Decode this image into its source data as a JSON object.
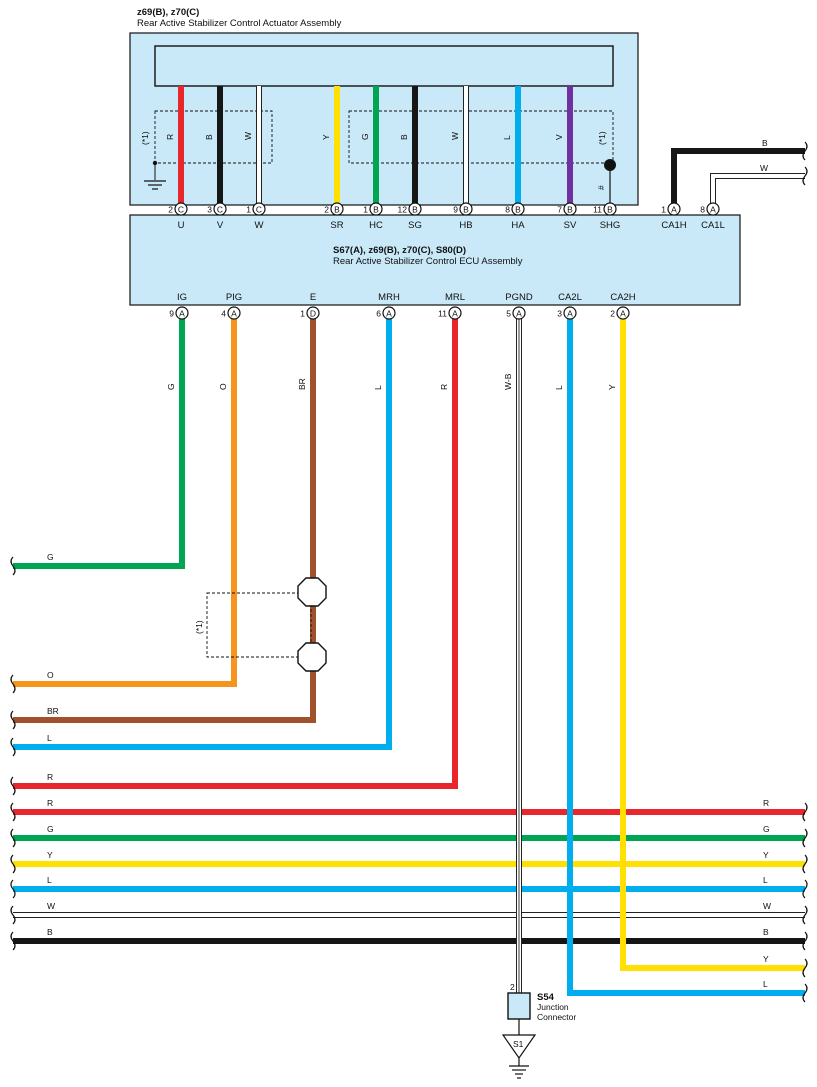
{
  "actuator": {
    "title": "z69(B), z70(C)",
    "subtitle": "Rear Active Stabilizer Control Actuator Assembly"
  },
  "ecu": {
    "title": "S67(A), z69(B), z70(C), S80(D)",
    "subtitle": "Rear Active Stabilizer Control ECU Assembly"
  },
  "colors": {
    "R": "#e8262b",
    "B": "#161616",
    "W": "#ffffff",
    "Y": "#ffe000",
    "G": "#00a551",
    "L": "#00aeef",
    "V": "#7030a0",
    "O": "#f7941d",
    "BR": "#a0522d",
    "W-B": "#ffffff"
  },
  "note": "(*1)",
  "shield_mark": "#",
  "top_pins": [
    {
      "num": "2",
      "conn": "C",
      "name": "U",
      "wire": "R"
    },
    {
      "num": "3",
      "conn": "C",
      "name": "V",
      "wire": "B"
    },
    {
      "num": "1",
      "conn": "C",
      "name": "W",
      "wire": "W"
    },
    {
      "num": "2",
      "conn": "B",
      "name": "SR",
      "wire": "Y"
    },
    {
      "num": "1",
      "conn": "B",
      "name": "HC",
      "wire": "G"
    },
    {
      "num": "12",
      "conn": "B",
      "name": "SG",
      "wire": "B"
    },
    {
      "num": "9",
      "conn": "B",
      "name": "HB",
      "wire": "W"
    },
    {
      "num": "8",
      "conn": "B",
      "name": "HA",
      "wire": "L"
    },
    {
      "num": "7",
      "conn": "B",
      "name": "SV",
      "wire": "V"
    },
    {
      "num": "11",
      "conn": "B",
      "name": "SHG",
      "wire": ""
    },
    {
      "num": "1",
      "conn": "A",
      "name": "CA1H",
      "wire": "B"
    },
    {
      "num": "8",
      "conn": "A",
      "name": "CA1L",
      "wire": "W"
    }
  ],
  "bottom_pins": [
    {
      "num": "9",
      "conn": "A",
      "name": "IG",
      "wire": "G"
    },
    {
      "num": "4",
      "conn": "A",
      "name": "PIG",
      "wire": "O"
    },
    {
      "num": "1",
      "conn": "D",
      "name": "E",
      "wire": "BR"
    },
    {
      "num": "6",
      "conn": "A",
      "name": "MRH",
      "wire": "L"
    },
    {
      "num": "11",
      "conn": "A",
      "name": "MRL",
      "wire": "R"
    },
    {
      "num": "5",
      "conn": "A",
      "name": "PGND",
      "wire": "W-B"
    },
    {
      "num": "3",
      "conn": "A",
      "name": "CA2L",
      "wire": "L"
    },
    {
      "num": "2",
      "conn": "A",
      "name": "CA2H",
      "wire": "Y"
    }
  ],
  "left_wires": [
    "G",
    "O",
    "BR",
    "L",
    "R"
  ],
  "bus_wires": [
    "R",
    "G",
    "Y",
    "L",
    "W",
    "B"
  ],
  "right_wires_top": [
    "B",
    "W"
  ],
  "right_wires_bottom": [
    "Y",
    "L"
  ],
  "junction": {
    "pin": "2",
    "id": "S54",
    "line1": "Junction",
    "line2": "Connector",
    "ground": "S1"
  }
}
